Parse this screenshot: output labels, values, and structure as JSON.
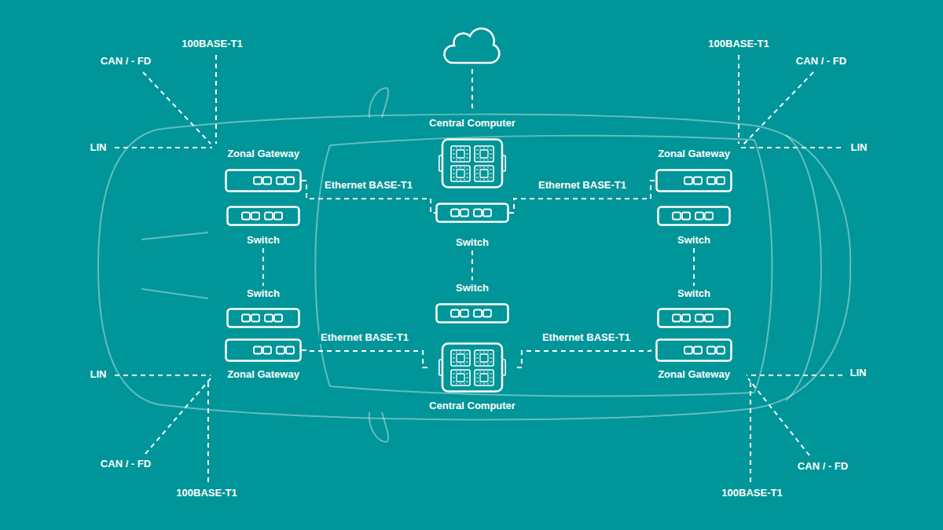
{
  "diagram": {
    "nodes": [
      {
        "text": [
          "Central Computer"
        ]
      },
      {
        "text": [
          "Zonal Gateway"
        ]
      },
      {
        "text": [
          "Zonal Gateway"
        ]
      },
      {
        "text": [
          "Switch"
        ]
      },
      {
        "text": [
          "Switch"
        ]
      },
      {
        "text": [
          "Switch"
        ]
      },
      {
        "text": [
          "Switch"
        ]
      },
      {
        "text": [
          "Switch"
        ]
      },
      {
        "text": [
          "Switch"
        ]
      },
      {
        "text": [
          "Zonal Gateway"
        ]
      },
      {
        "text": [
          "Central Computer"
        ]
      },
      {
        "text": [
          "Zonal Gateway"
        ]
      }
    ],
    "edges": [
      {
        "from": 1,
        "to": 4,
        "arrow": "none",
        "label": "Ethernet BASE-T1"
      },
      {
        "from": 4,
        "to": 2,
        "arrow": "none",
        "label": "Ethernet BASE-T1"
      },
      {
        "from": 9,
        "to": 10,
        "arrow": "none",
        "label": "Ethernet BASE-T1"
      },
      {
        "from": 10,
        "to": 11,
        "arrow": "none",
        "label": "Ethernet BASE-T1"
      },
      {
        "from": 3,
        "to": 6,
        "arrow": "none"
      },
      {
        "from": 4,
        "to": 7,
        "arrow": "none"
      },
      {
        "from": 5,
        "to": 8,
        "arrow": "none"
      }
    ],
    "labels": [
      "100BASE-T1",
      "100BASE-T1",
      "CAN / - FD",
      "CAN / - FD",
      "LIN",
      "LIN",
      "LIN",
      "LIN",
      "CAN / - FD",
      "CAN / - FD",
      "100BASE-T1",
      "100BASE-T1"
    ]
  }
}
